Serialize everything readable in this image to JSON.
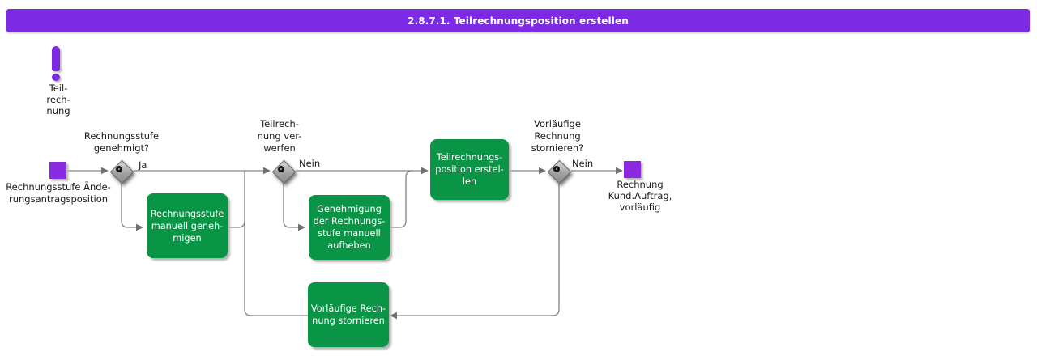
{
  "title_bar": {
    "text": "2.8.7.1. Teilrechnungsposition erstellen"
  },
  "colors": {
    "title_bar": "#7d2ae4",
    "event": "#8a2be2",
    "task": "#0a9446",
    "gateway": "#a2a2a2",
    "connector": "#838383"
  },
  "annotation": {
    "label": "Teil-\nrech-\nnung"
  },
  "start_event": {
    "label": "Rechnungsstufe Ände-\nrungsantragsposition"
  },
  "end_event": {
    "label": "Rechnung\nKund.Auftrag,\nvorläufig"
  },
  "gateways": {
    "g1": {
      "question": "Rechnungsstufe\ngenehmigt?",
      "branch_label": "Ja"
    },
    "g2": {
      "question": "Teilrech-\nnung ver-\nwerfen",
      "branch_label": "Nein"
    },
    "g3": {
      "question": "Vorläufige\nRechnung\nstornieren?",
      "branch_label": "Nein"
    }
  },
  "tasks": {
    "approve": {
      "label": "Rechnungsstufe\nmanuell geneh-\nmigen"
    },
    "revoke": {
      "label": "Genehmigung\nder Rechnungs-\nstufe manuell\naufheben"
    },
    "create": {
      "label": "Teilrechnungs-\nposition erstel-\nlen"
    },
    "cancel": {
      "label": "Vorläufige Rech-\nnung stornieren"
    }
  }
}
